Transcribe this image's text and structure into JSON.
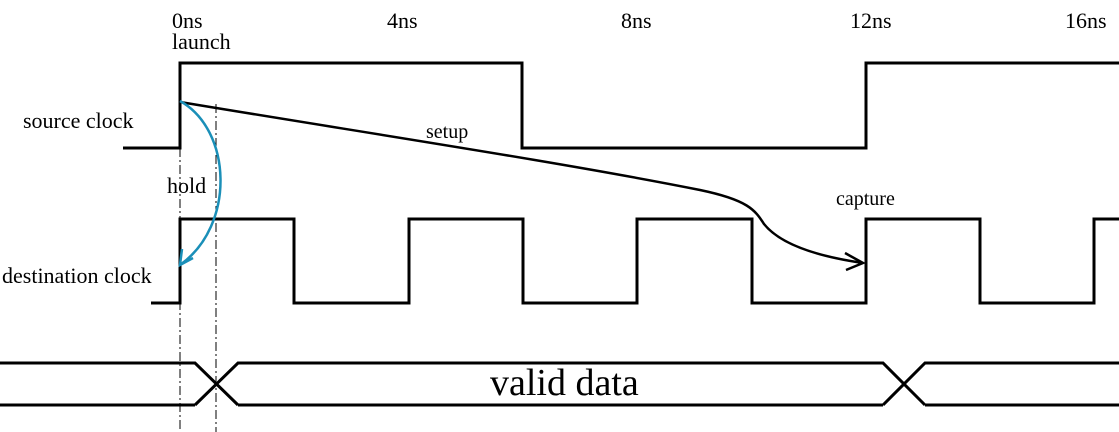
{
  "time_labels": [
    "0ns",
    "4ns",
    "8ns",
    "12ns",
    "16ns"
  ],
  "signal_labels": {
    "source_clock": "source clock",
    "destination_clock": "destination clock"
  },
  "annotations": {
    "launch": "launch",
    "setup": "setup",
    "hold": "hold",
    "capture": "capture"
  },
  "data_bus": {
    "label": "valid data"
  },
  "colors": {
    "hold_arrow": "#1a8fb8",
    "signal": "#000000",
    "background": "#ffffff"
  }
}
